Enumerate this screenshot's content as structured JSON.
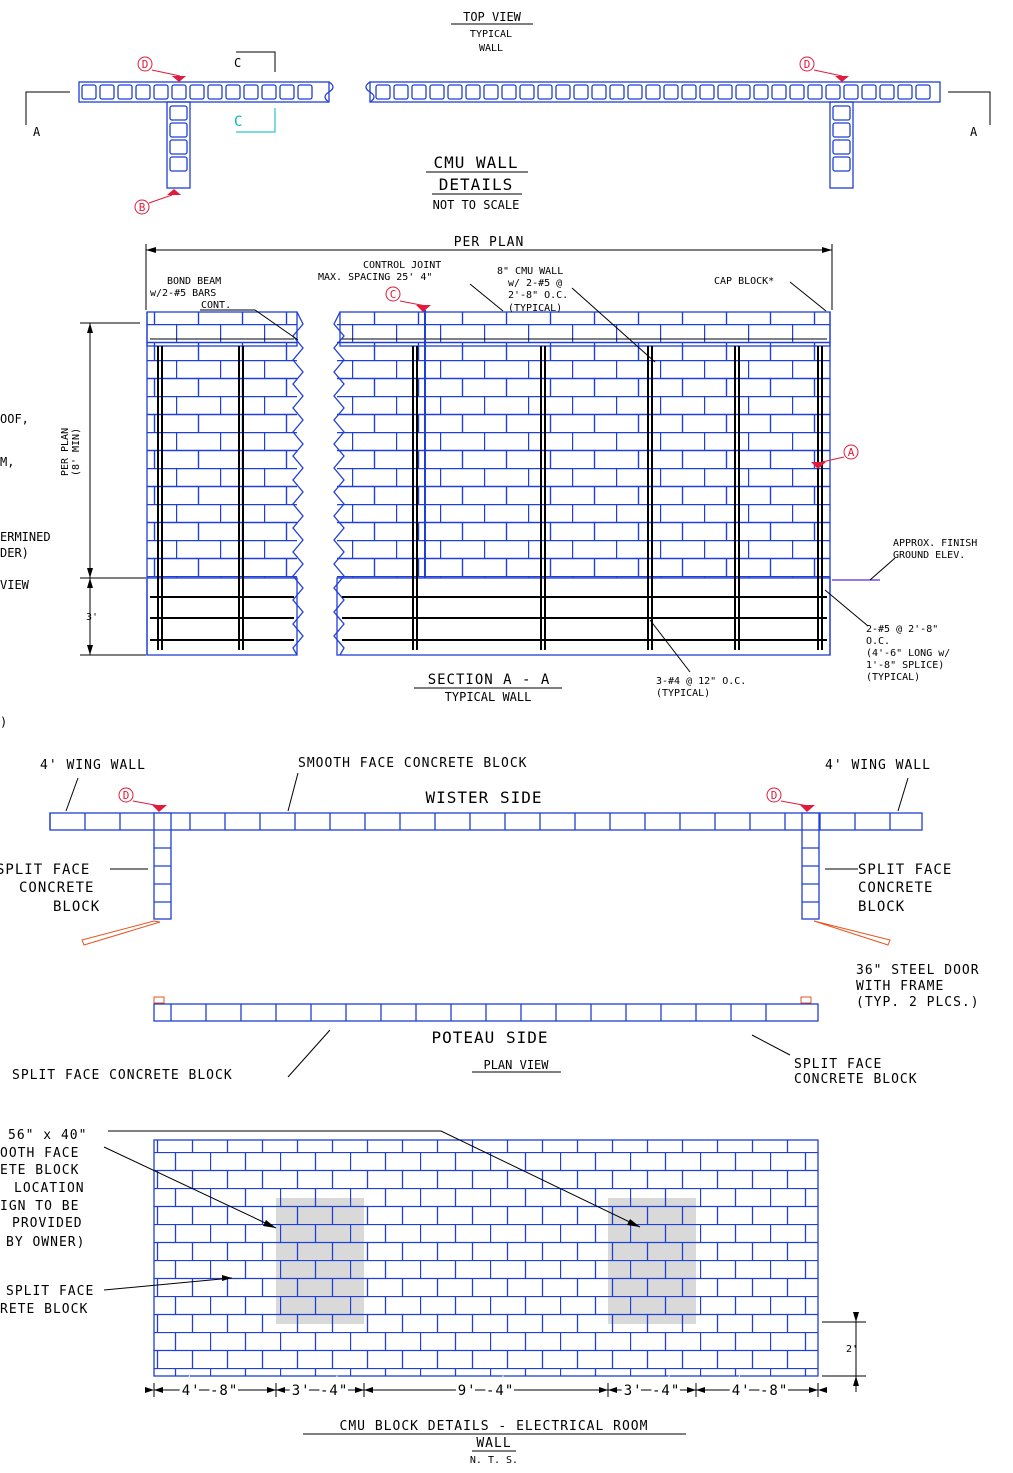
{
  "top_view": {
    "title": "TOP VIEW",
    "sub1": "TYPICAL",
    "sub2": "WALL",
    "cut_a": "A",
    "cut_c": "C",
    "tags": {
      "d": "D",
      "b": "B"
    }
  },
  "cmu_title": {
    "line1": "CMU WALL",
    "line2": "DETAILS",
    "line3": "NOT TO SCALE"
  },
  "section": {
    "per_plan": "PER PLAN",
    "bond_beam": [
      "BOND BEAM",
      "w/2-#5 BARS",
      "CONT."
    ],
    "control_joint": [
      "CONTROL JOINT",
      "MAX. SPACING 25' 4\""
    ],
    "cmu_wall": [
      "8\" CMU WALL",
      "w/ 2-#5 @",
      "2'-8\" O.C.",
      "(TYPICAL)"
    ],
    "cap_block": "CAP BLOCK*",
    "height_label": [
      "PER PLAN",
      "(8' MIN)"
    ],
    "depth_label": "3'",
    "left_notes": [
      "OOF,",
      "M,",
      "ERMINED",
      "DER)",
      "VIEW",
      ")"
    ],
    "finish_ground": [
      "APPROX. FINISH",
      "GROUND ELEV."
    ],
    "rebar_note": [
      "2-#5 @ 2'-8\"",
      "O.C.",
      "(4'-6\" LONG w/",
      "1'-8\" SPLICE)",
      "(TYPICAL)"
    ],
    "horiz_note": [
      "3-#4 @ 12\" O.C.",
      "(TYPICAL)"
    ],
    "title": "SECTION A - A",
    "subtitle": "TYPICAL WALL",
    "tag_c": "C",
    "tag_a": "A"
  },
  "plan": {
    "wing_left": "4' WING WALL",
    "wing_right": "4' WING WALL",
    "smooth_face": "SMOOTH FACE CONCRETE BLOCK",
    "wister_side": "WISTER SIDE",
    "split_left": [
      "SPLIT FACE",
      "CONCRETE",
      "BLOCK"
    ],
    "split_right": [
      "SPLIT FACE",
      "CONCRETE",
      "BLOCK"
    ],
    "door": [
      "36\" STEEL DOOR",
      "WITH FRAME",
      "(TYP. 2 PLCS.)"
    ],
    "poteau_side": "POTEAU SIDE",
    "split_bottom_left": "SPLIT FACE CONCRETE BLOCK",
    "split_bottom_right": [
      "SPLIT FACE",
      "CONCRETE BLOCK"
    ],
    "title": "PLAN VIEW",
    "tag_d": "D"
  },
  "elevation": {
    "smooth_note": [
      "56\" x 40\"",
      "OOTH FACE",
      "ETE BLOCK",
      "LOCATION",
      "IGN TO BE",
      "PROVIDED",
      "BY OWNER)"
    ],
    "split_note": [
      "SPLIT FACE",
      "RETE BLOCK"
    ],
    "dim_2": "2'",
    "dims": [
      "4' -8\"",
      "3' -4\"",
      "9' -4\"",
      "3' -4\"",
      "4' -8\""
    ],
    "title1": "CMU BLOCK DETAILS - ELECTRICAL ROOM",
    "title2": "WALL",
    "title3": "N. T. S."
  },
  "colors": {
    "block": "#1f3fd6",
    "tag": "#e01b3c",
    "cut": "#00b8b8",
    "door": "#e8541c",
    "ground": "#5b2bd6"
  }
}
